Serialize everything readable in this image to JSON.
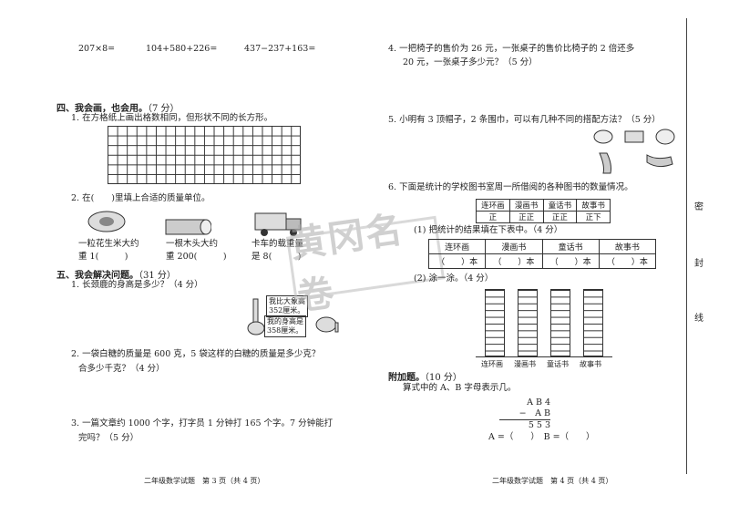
{
  "left": {
    "calc": [
      "207×8=",
      "104+580+226=",
      "437−237+163="
    ],
    "sec4": {
      "title": "四、我会画，也会用。",
      "score": "（7 分）",
      "q1": "1. 在方格纸上画出格数相同，但形状不同的长方形。",
      "q2": "2. 在(　　)里填上合适的质量单位。",
      "items": [
        {
          "a": "一粒花生米大约",
          "b": "重 1(　　　)"
        },
        {
          "a": "一根木头大约",
          "b": "重 200(　　　)"
        },
        {
          "a": "卡车的载重量",
          "b": "是 8(　　　)"
        }
      ]
    },
    "sec5": {
      "title": "五、我会解决问题。",
      "score": "（31 分）",
      "q1": "1. 长颈鹿的身高是多少？（4 分）",
      "bubble1": [
        "我比大象高",
        "352厘米。"
      ],
      "bubble2": [
        "我的身高是",
        "358厘米。"
      ],
      "q2a": "2. 一袋白糖的质量是 600 克，5 袋这样的白糖的质量是多少克？",
      "q2b": "合多少千克？（4 分）",
      "q3a": "3. 一篇文章约 1000 个字，打字员 1 分钟打 165 个字。7 分钟能打",
      "q3b": "完吗？（5 分）"
    },
    "footer": "二年级数学试题　第 3 页（共 4 页）"
  },
  "right": {
    "q4a": "4. 一把椅子的售价为 26 元，一张桌子的售价比椅子的 2 倍还多",
    "q4b": "20 元，一张桌子多少元？（5 分）",
    "q5": "5. 小明有 3 顶帽子，2 条围巾，可以有几种不同的搭配方法？（5 分）",
    "q6": "6. 下面是统计的学校图书室周一所借阅的各种图书的数量情况。",
    "tally_headers": [
      "连环画",
      "漫画书",
      "童话书",
      "故事书"
    ],
    "tally_marks": [
      "正",
      "正正",
      "正正",
      "正下"
    ],
    "fill_title": "(1) 把统计的结果填在下表中。（4 分）",
    "fill_cells": [
      "（　　）本",
      "（　　）本",
      "（　　）本",
      "（　　）本"
    ],
    "paint_title": "(2) 涂一涂。（4 分）",
    "bar_labels": [
      "连环画",
      "漫画书",
      "童话书",
      "故事书"
    ],
    "extra_title": "附加题。",
    "extra_score": "（10 分）",
    "extra_q": "算式中的 A、B 字母表示几。",
    "arith": [
      "A B 4",
      "−　A B",
      "5 5 3"
    ],
    "answer": "A =（　　）　B =（　　）",
    "footer": "二年级数学试题　第 4 页（共 4 页）"
  },
  "seal": [
    "密",
    "封",
    "线"
  ],
  "watermark": "黄冈名卷"
}
